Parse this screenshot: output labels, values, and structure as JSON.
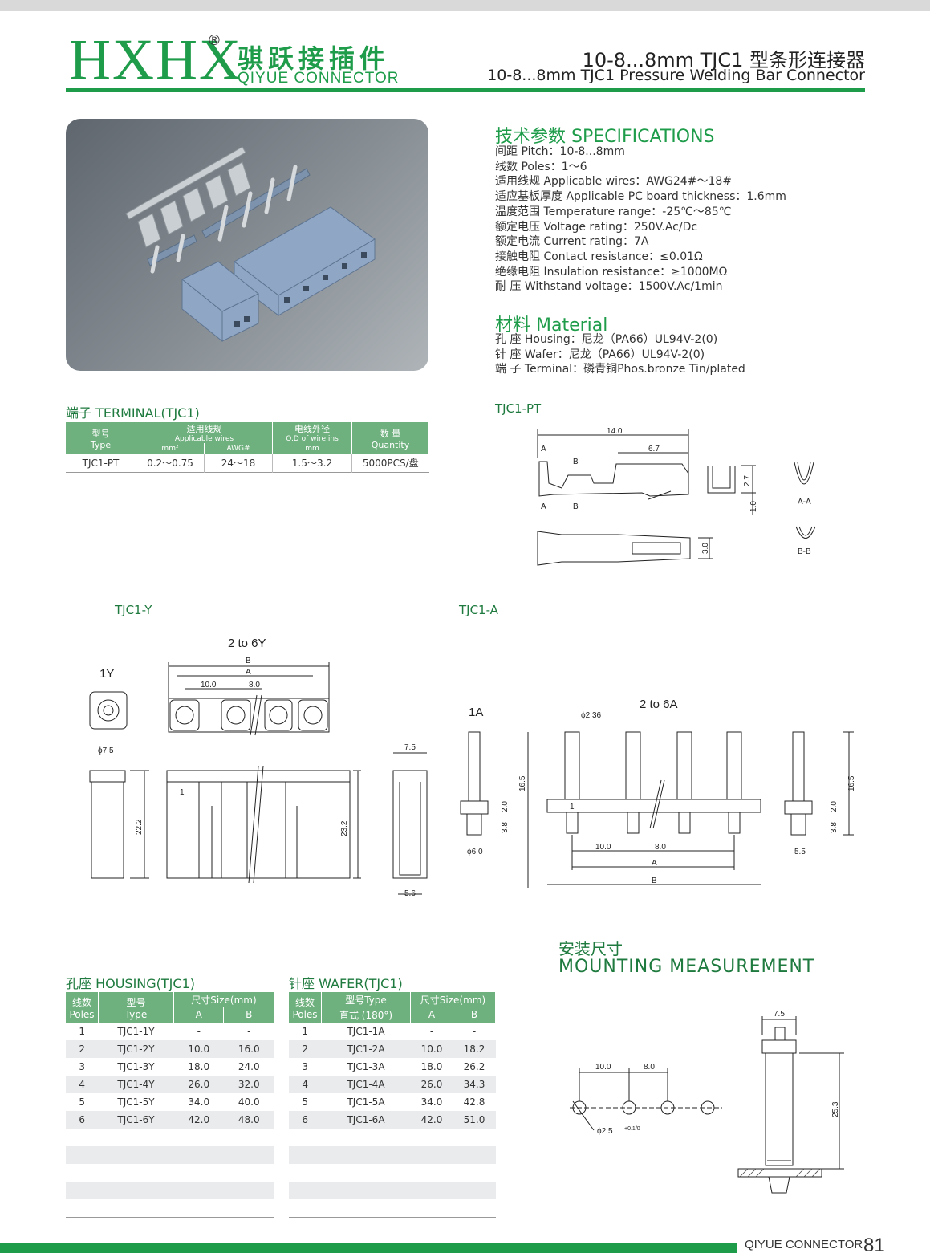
{
  "header": {
    "logo": "HXHX",
    "registered": "®",
    "brand_cn": "骐跃接插件",
    "brand_en": "QIYUE CONNECTOR",
    "title_cn": "10-8...8mm TJC1 型条形连接器",
    "title_en": "10-8...8mm TJC1 Pressure Welding Bar Connector"
  },
  "specifications": {
    "title": "技术参数 SPECIFICATIONS",
    "items": [
      "间距 Pitch：10-8...8mm",
      "线数 Poles：1～6",
      "适用线规 Applicable wires：AWG24#～18#",
      "适应基板厚度 Applicable PC board thickness：1.6mm",
      "温度范围 Temperature range：-25℃～85℃",
      "额定电压 Voltage rating：250V.Ac/Dc",
      "额定电流 Current rating：7A",
      "接触电阻 Contact resistance：≤0.01Ω",
      "绝缘电阻 Insulation resistance：≥1000MΩ",
      "耐 压 Withstand voltage：1500V.Ac/1min"
    ]
  },
  "material": {
    "title": "材料 Material",
    "items": [
      "孔 座 Housing：尼龙（PA66）UL94V-2(0)",
      "针 座 Wafer：尼龙（PA66）UL94V-2(0)",
      "端 子 Terminal：磷青铜Phos.bronze Tin/plated"
    ]
  },
  "terminal_table": {
    "title": "端子 TERMINAL(TJC1)",
    "h_type_cn": "型号",
    "h_type_en": "Type",
    "h_wires_cn": "适用线规",
    "h_wires_en": "Applicable wires",
    "h_mm": "mm²",
    "h_awg": "AWG#",
    "h_od_cn": "电线外径",
    "h_od_en": "O.D of wire ins",
    "h_od_mm": "mm",
    "h_qty_cn": "数 量",
    "h_qty_en": "Quantity",
    "row": {
      "type": "TJC1-PT",
      "mm2": "0.2～0.75",
      "awg": "24～18",
      "od": "1.5～3.2",
      "qty": "5000PCS/盘"
    }
  },
  "drawings": {
    "pt_title": "TJC1-PT",
    "pt_dims": {
      "len": "14.0",
      "len2": "6.7",
      "h1": "2.7",
      "h2": "1.0",
      "w": "3.0",
      "a": "A",
      "b": "B",
      "aa": "A-A",
      "bb": "B-B"
    },
    "y_title": "TJC1-Y",
    "y_one": "1Y",
    "y_multi": "2 to 6Y",
    "y_dims": {
      "B": "B",
      "A": "A",
      "p1": "10.0",
      "p2": "8.0",
      "d": "ϕ7.5",
      "h1": "22.2",
      "h2": "23.2",
      "w": "7.5",
      "w2": "5.6",
      "mark": "1"
    },
    "a_title": "TJC1-A",
    "a_one": "1A",
    "a_multi": "2 to 6A",
    "a_dims": {
      "pin": "ϕ2.36",
      "h": "16.5",
      "b1": "2.0",
      "b2": "3.8",
      "base": "ϕ6.0",
      "p1": "10.0",
      "p2": "8.0",
      "A": "A",
      "B": "B",
      "side": "5.5",
      "mark": "1"
    }
  },
  "housing_table": {
    "title": "孔座 HOUSING(TJC1)",
    "h_poles_cn": "线数",
    "h_poles_en": "Poles",
    "h_type_cn": "型号",
    "h_type_en": "Type",
    "h_size": "尺寸Size(mm)",
    "h_a": "A",
    "h_b": "B",
    "rows": [
      {
        "poles": "1",
        "type": "TJC1-1Y",
        "a": "-",
        "b": "-"
      },
      {
        "poles": "2",
        "type": "TJC1-2Y",
        "a": "10.0",
        "b": "16.0"
      },
      {
        "poles": "3",
        "type": "TJC1-3Y",
        "a": "18.0",
        "b": "24.0"
      },
      {
        "poles": "4",
        "type": "TJC1-4Y",
        "a": "26.0",
        "b": "32.0"
      },
      {
        "poles": "5",
        "type": "TJC1-5Y",
        "a": "34.0",
        "b": "40.0"
      },
      {
        "poles": "6",
        "type": "TJC1-6Y",
        "a": "42.0",
        "b": "48.0"
      }
    ]
  },
  "wafer_table": {
    "title": "针座 WAFER(TJC1)",
    "h_poles_cn": "线数",
    "h_poles_en": "Poles",
    "h_type": "型号Type",
    "h_straight": "直式 (180°)",
    "h_size": "尺寸Size(mm)",
    "h_a": "A",
    "h_b": "B",
    "rows": [
      {
        "poles": "1",
        "type": "TJC1-1A",
        "a": "-",
        "b": "-"
      },
      {
        "poles": "2",
        "type": "TJC1-2A",
        "a": "10.0",
        "b": "18.2"
      },
      {
        "poles": "3",
        "type": "TJC1-3A",
        "a": "18.0",
        "b": "26.2"
      },
      {
        "poles": "4",
        "type": "TJC1-4A",
        "a": "26.0",
        "b": "34.3"
      },
      {
        "poles": "5",
        "type": "TJC1-5A",
        "a": "34.0",
        "b": "42.8"
      },
      {
        "poles": "6",
        "type": "TJC1-6A",
        "a": "42.0",
        "b": "51.0"
      }
    ]
  },
  "mounting": {
    "title_cn": "安装尺寸",
    "title_en": "MOUNTING MEASUREMENT",
    "p1": "10.0",
    "p2": "8.0",
    "hole": "ϕ2.5",
    "tol": "+0.1/0",
    "w": "7.5",
    "h": "25.3"
  },
  "footer": {
    "text": "QIYUE CONNECTOR",
    "page": "81"
  },
  "colors": {
    "brand_green": "#1e9c4a",
    "table_header": "#6fb17e",
    "row_shade": "#e9ebec"
  }
}
